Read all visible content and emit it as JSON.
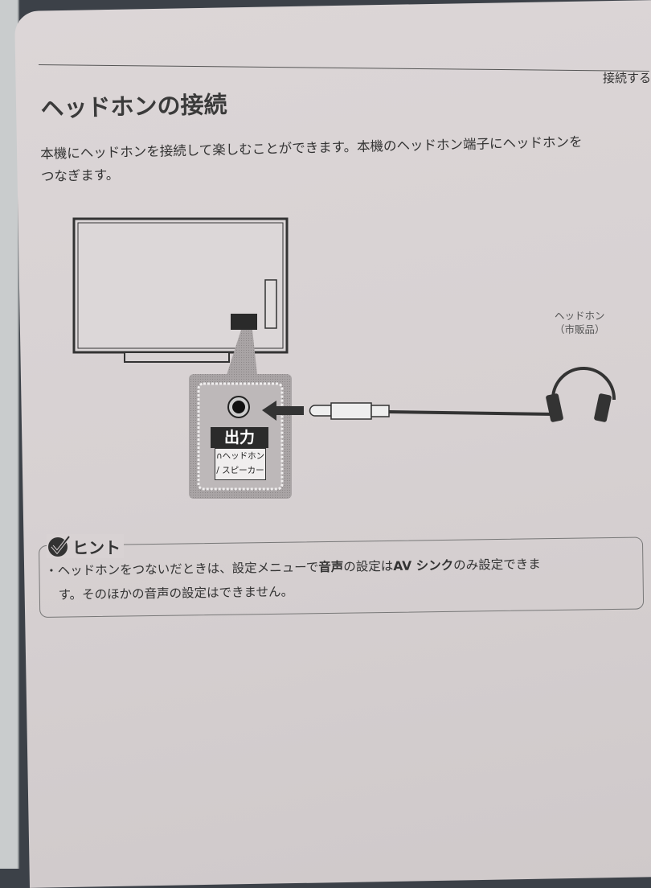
{
  "header": {
    "section": "接続する"
  },
  "title": "ヘッドホンの接続",
  "body": {
    "line1": "本機にヘッドホンを接続して楽しむことができます。本機のヘッドホン端子にヘッドホンを",
    "line2": "つなぎます。"
  },
  "diagram": {
    "port_label": "出力",
    "port_sub1": "ヘッドホン",
    "port_sub2": "/ スピーカー",
    "headphone_label": "ヘッドホン",
    "headphone_note": "（市販品）"
  },
  "hint": {
    "title": "ヒント",
    "text_a": "ヘッドホンをつないだときは、設定メニューで",
    "text_b": "音声",
    "text_c": "の設定は",
    "text_d": "AV シンク",
    "text_e": "のみ設定できま",
    "text_f": "す。そのほかの音声の設定はできません。"
  }
}
